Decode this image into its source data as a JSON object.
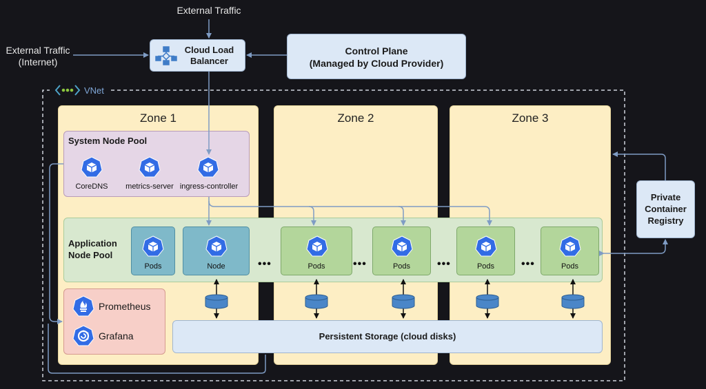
{
  "external_traffic_top": "External Traffic",
  "external_traffic_left": [
    "External Traffic",
    "(Internet)"
  ],
  "load_balancer": {
    "title": [
      "Cloud Load",
      "Balancer"
    ],
    "icon": "network-hierarchy-icon"
  },
  "control_plane": {
    "title": [
      "Control Plane",
      "(Managed by Cloud Provider)"
    ]
  },
  "vnet": {
    "label": "VNet",
    "icon": "vnet-icon"
  },
  "registry": {
    "title": [
      "Private",
      "Container",
      "Registry"
    ]
  },
  "zones": [
    {
      "title": "Zone 1"
    },
    {
      "title": "Zone 2"
    },
    {
      "title": "Zone 3"
    }
  ],
  "system_node_pool": {
    "title": "System Node Pool",
    "components": [
      {
        "label": "CoreDNS",
        "icon": "kubernetes-pod-icon"
      },
      {
        "label": "metrics-server",
        "icon": "kubernetes-pod-icon"
      },
      {
        "label": "ingress-controller",
        "icon": "kubernetes-pod-icon"
      }
    ]
  },
  "application_node_pool": {
    "title": [
      "Application",
      "Node Pool"
    ],
    "cards": [
      {
        "label": "Pods",
        "style": "teal"
      },
      {
        "label": "Node",
        "style": "teal"
      },
      {
        "label": "Pods",
        "style": "green"
      },
      {
        "label": "Pods",
        "style": "green"
      },
      {
        "label": "Pods",
        "style": "green"
      },
      {
        "label": "Pods",
        "style": "green"
      }
    ],
    "ellipsis": "•••"
  },
  "monitoring": {
    "items": [
      {
        "label": "Prometheus",
        "icon": "prometheus-icon"
      },
      {
        "label": "Grafana",
        "icon": "grafana-icon"
      }
    ]
  },
  "persistent_storage": {
    "title": "Persistent Storage (cloud disks)",
    "disk_icon": "disk-icon"
  },
  "colors": {
    "k8s_blue": "#326ce5",
    "arrow": "#7f9cc4",
    "background": "#15151a"
  }
}
